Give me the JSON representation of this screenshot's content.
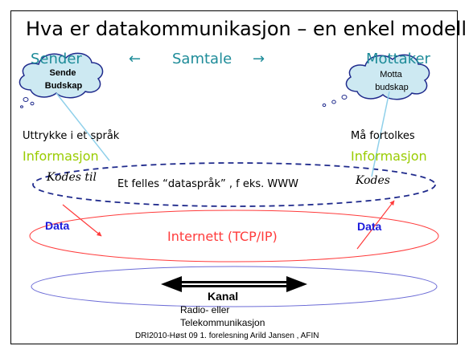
{
  "title": "Hva er datakommunikasjon – en enkel modell",
  "top_row": {
    "sender": "Sender",
    "left_arrow": "←",
    "conversation": "Samtale",
    "right_arrow": "→",
    "receiver": "Mottaker"
  },
  "cloud_left": {
    "line1": "Sende",
    "line2": "Budskap"
  },
  "cloud_right": {
    "line1": "Motta",
    "line2": "budskap"
  },
  "left_column": {
    "express": "Uttrykke i et språk",
    "information": "Informasjon",
    "encode": "Kodes til",
    "data": "Data"
  },
  "right_column": {
    "interpret": "Må fortolkes",
    "information": "Informasjon",
    "encode": "Kodes",
    "data": "Data"
  },
  "ellipse_labels": {
    "common_language": "Et felles “dataspråk” , f eks. WWW",
    "internet": "Internett (TCP/IP)",
    "channel": "Kanal",
    "channel_sub1": "Radio- eller",
    "channel_sub2": "Telekommunikasjon"
  },
  "footer": "DRI2010-Høst 09  1. forelesning   Arild Jansen , AFIN",
  "colors": {
    "teal": "#1e8c99",
    "green": "#99cc00",
    "blue": "#1a1adb",
    "red": "#ff3b3b",
    "navy": "#1f2a8c",
    "cloud_fill": "#cde9f2"
  }
}
